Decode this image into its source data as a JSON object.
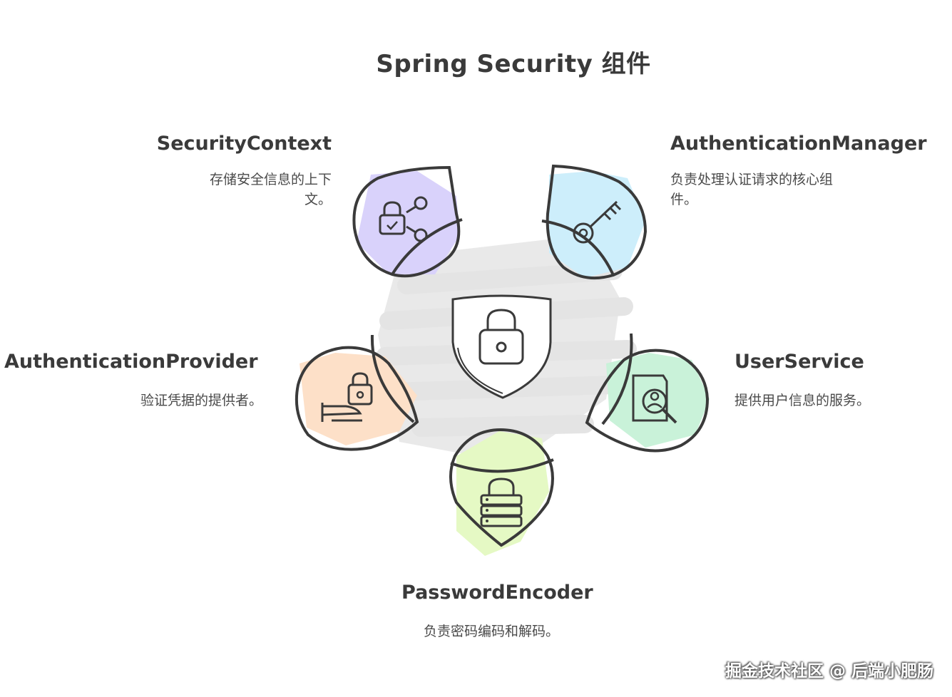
{
  "title": "Spring Security 组件",
  "nodes": {
    "security_context": {
      "label": "SecurityContext",
      "desc": "存储安全信息的上下文。",
      "icon": "lock-network-icon",
      "color": "#d9d2fb"
    },
    "authentication_manager": {
      "label": "AuthenticationManager",
      "desc": "负责处理认证请求的核心组件。",
      "icon": "key-icon",
      "color": "#cdeefb"
    },
    "authentication_provider": {
      "label": "AuthenticationProvider",
      "desc": "验证凭据的提供者。",
      "icon": "hand-lock-icon",
      "color": "#fde0c8"
    },
    "user_service": {
      "label": "UserService",
      "desc": "提供用户信息的服务。",
      "icon": "user-search-icon",
      "color": "#c9f2d9"
    },
    "password_encoder": {
      "label": "PasswordEncoder",
      "desc": "负责密码编码和解码。",
      "icon": "server-lock-icon",
      "color": "#e5f9c4"
    }
  },
  "center": {
    "icon": "shield-lock-icon"
  },
  "watermark": "掘金技术社区 @ 后端小肥肠"
}
